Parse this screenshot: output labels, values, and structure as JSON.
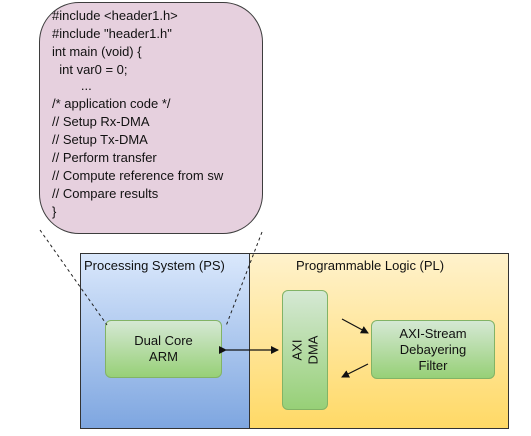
{
  "code": {
    "lines": [
      "#include <header1.h>",
      "#include \"header1.h\"",
      "int main (void) {",
      "  int var0 = 0;",
      "        ...",
      "/* application code */",
      "// Setup Rx-DMA",
      "// Setup Tx-DMA",
      "// Perform transfer",
      "// Compute reference from sw",
      "// Compare results",
      "}"
    ]
  },
  "regions": {
    "ps_title": "Processing System (PS)",
    "pl_title": "Programmable Logic (PL)"
  },
  "blocks": {
    "arm_line1": "Dual Core",
    "arm_line2": "ARM",
    "dma_line1": "AXI",
    "dma_line2": "DMA",
    "filter_line1": "AXI-Stream",
    "filter_line2": "Debayering",
    "filter_line3": "Filter"
  },
  "colors": {
    "code_bubble": "#e6d0de",
    "ps_fill": "#7ea6e0",
    "pl_fill": "#ffd966",
    "block_fill": "#97d077"
  }
}
